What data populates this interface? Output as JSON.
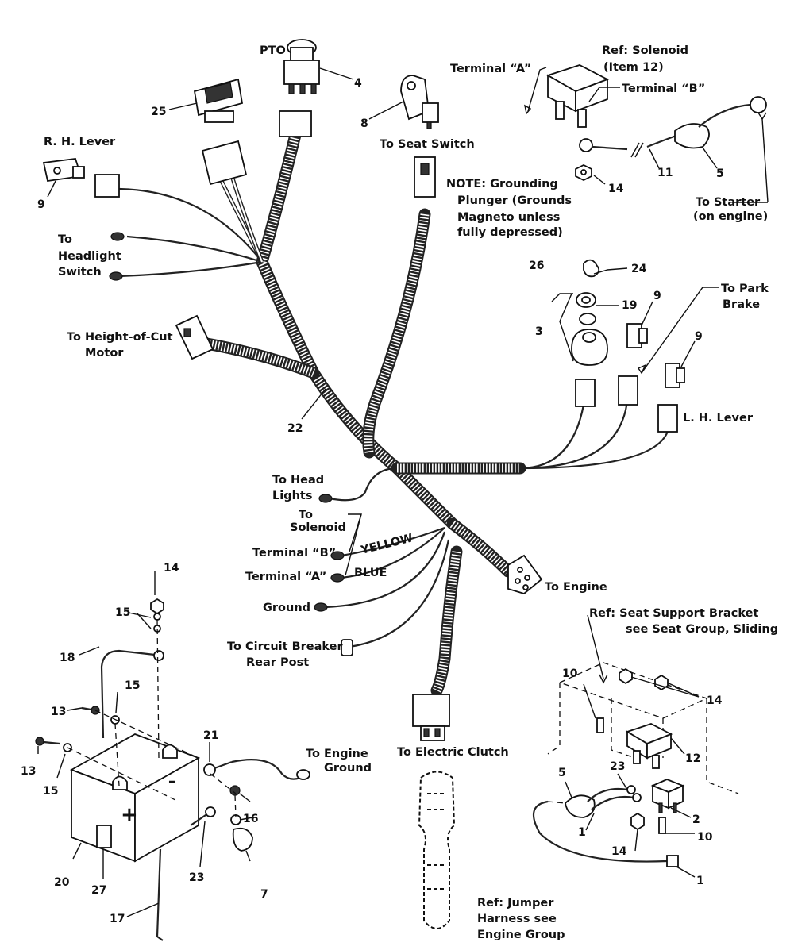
{
  "labels": {
    "pto": "PTO",
    "ref_solenoid_1": "Ref: Solenoid",
    "ref_solenoid_2": "(Item 12)",
    "terminal_a_top": "Terminal “A”",
    "terminal_b_top": "Terminal “B”",
    "rh_lever": "R. H. Lever",
    "to_seat_switch": "To Seat Switch",
    "note_1": "NOTE: Grounding",
    "note_2": "Plunger (Grounds",
    "note_3": "Magneto unless",
    "note_4": "fully depressed)",
    "to_starter_1": "To Starter",
    "to_starter_2": "(on engine)",
    "to_headlight_1": "To",
    "to_headlight_2": "Headlight",
    "to_headlight_3": "Switch",
    "to_park_1": "To Park",
    "to_park_2": "Brake",
    "to_hoc_1": "To Height-of-Cut",
    "to_hoc_2": "Motor",
    "lh_lever": "L. H. Lever",
    "to_head_lights_1": "To Head",
    "to_head_lights_2": "Lights",
    "to_solenoid_1": "To",
    "to_solenoid_2": "Solenoid",
    "terminal_b_bottom": "Terminal “B”",
    "terminal_a_bottom": "Terminal “A”",
    "yellow": "YELLOW",
    "blue": "BLUE",
    "ground": "Ground",
    "to_engine": "To Engine",
    "to_cb_1": "To Circuit Breaker",
    "to_cb_2": "Rear Post",
    "ref_seat_1": "Ref: Seat Support Bracket",
    "ref_seat_2": "see  Seat Group, Sliding",
    "to_engine_ground_1": "To Engine",
    "to_engine_ground_2": "Ground",
    "to_electric_clutch": "To  Electric Clutch",
    "ref_jumper_1": "Ref: Jumper",
    "ref_jumper_2": "Harness see",
    "ref_jumper_3": "Engine Group",
    "plus": "+",
    "minus": "–"
  },
  "callouts": {
    "n4": "4",
    "n25": "25",
    "n8": "8",
    "n11": "11",
    "n5_top": "5",
    "n14_top": "14",
    "n9_left": "9",
    "n26": "26",
    "n24": "24",
    "n19": "19",
    "n3": "3",
    "n9_a": "9",
    "n9_b": "9",
    "n22": "22",
    "n14_batt": "14",
    "n15_a": "15",
    "n18": "18",
    "n15_b": "15",
    "n13_a": "13",
    "n13_b": "13",
    "n15_c": "15",
    "n21": "21",
    "n16": "16",
    "n20": "20",
    "n27": "27",
    "n23_batt": "23",
    "n7": "7",
    "n17": "17",
    "n10_a": "10",
    "n14_br": "14",
    "n12": "12",
    "n5_br": "5",
    "n23_br": "23",
    "n2": "2",
    "n1_a": "1",
    "n14_br2": "14",
    "n10_b": "10",
    "n1_b": "1"
  }
}
